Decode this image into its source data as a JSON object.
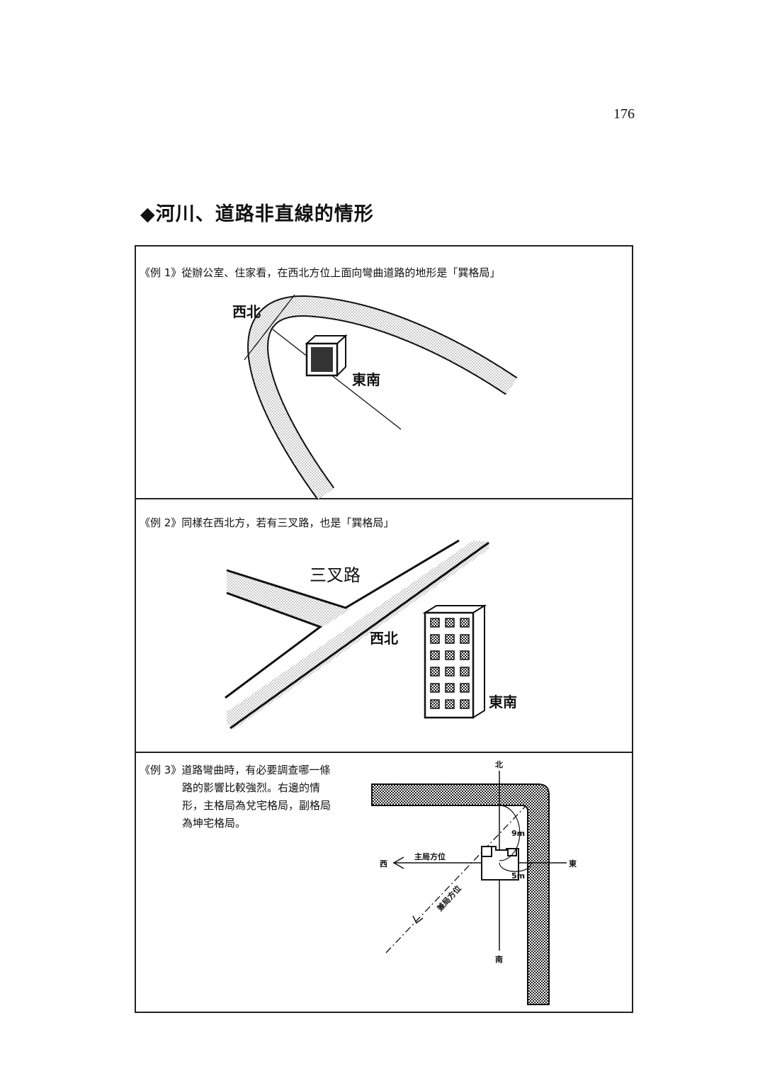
{
  "page_number": "176",
  "section_title": "◆河川、道路非直線的情形",
  "examples": [
    {
      "caption": "《例 1》從辦公室、住家看，在西北方位上面向彎曲道路的地形是「巽格局」",
      "labels": {
        "northwest": "西北",
        "southeast": "東南"
      }
    },
    {
      "caption": "《例 2》同樣在西北方，若有三叉路，也是「巽格局」",
      "labels": {
        "junction": "三叉路",
        "northwest": "西北",
        "southeast": "東南"
      }
    },
    {
      "caption_lines": [
        "《例 3》道路彎曲時，有必要調查哪一條",
        "路的影響比較強烈。右邊的情",
        "形，主格局為兌宅格局，副格局",
        "為坤宅格局。"
      ],
      "labels": {
        "north": "北",
        "south": "南",
        "west": "西",
        "east": "東",
        "main_direction": "主局方位",
        "secondary_direction": "兼局方位",
        "dist_9m": "9m",
        "dist_5m": "5m"
      }
    }
  ]
}
